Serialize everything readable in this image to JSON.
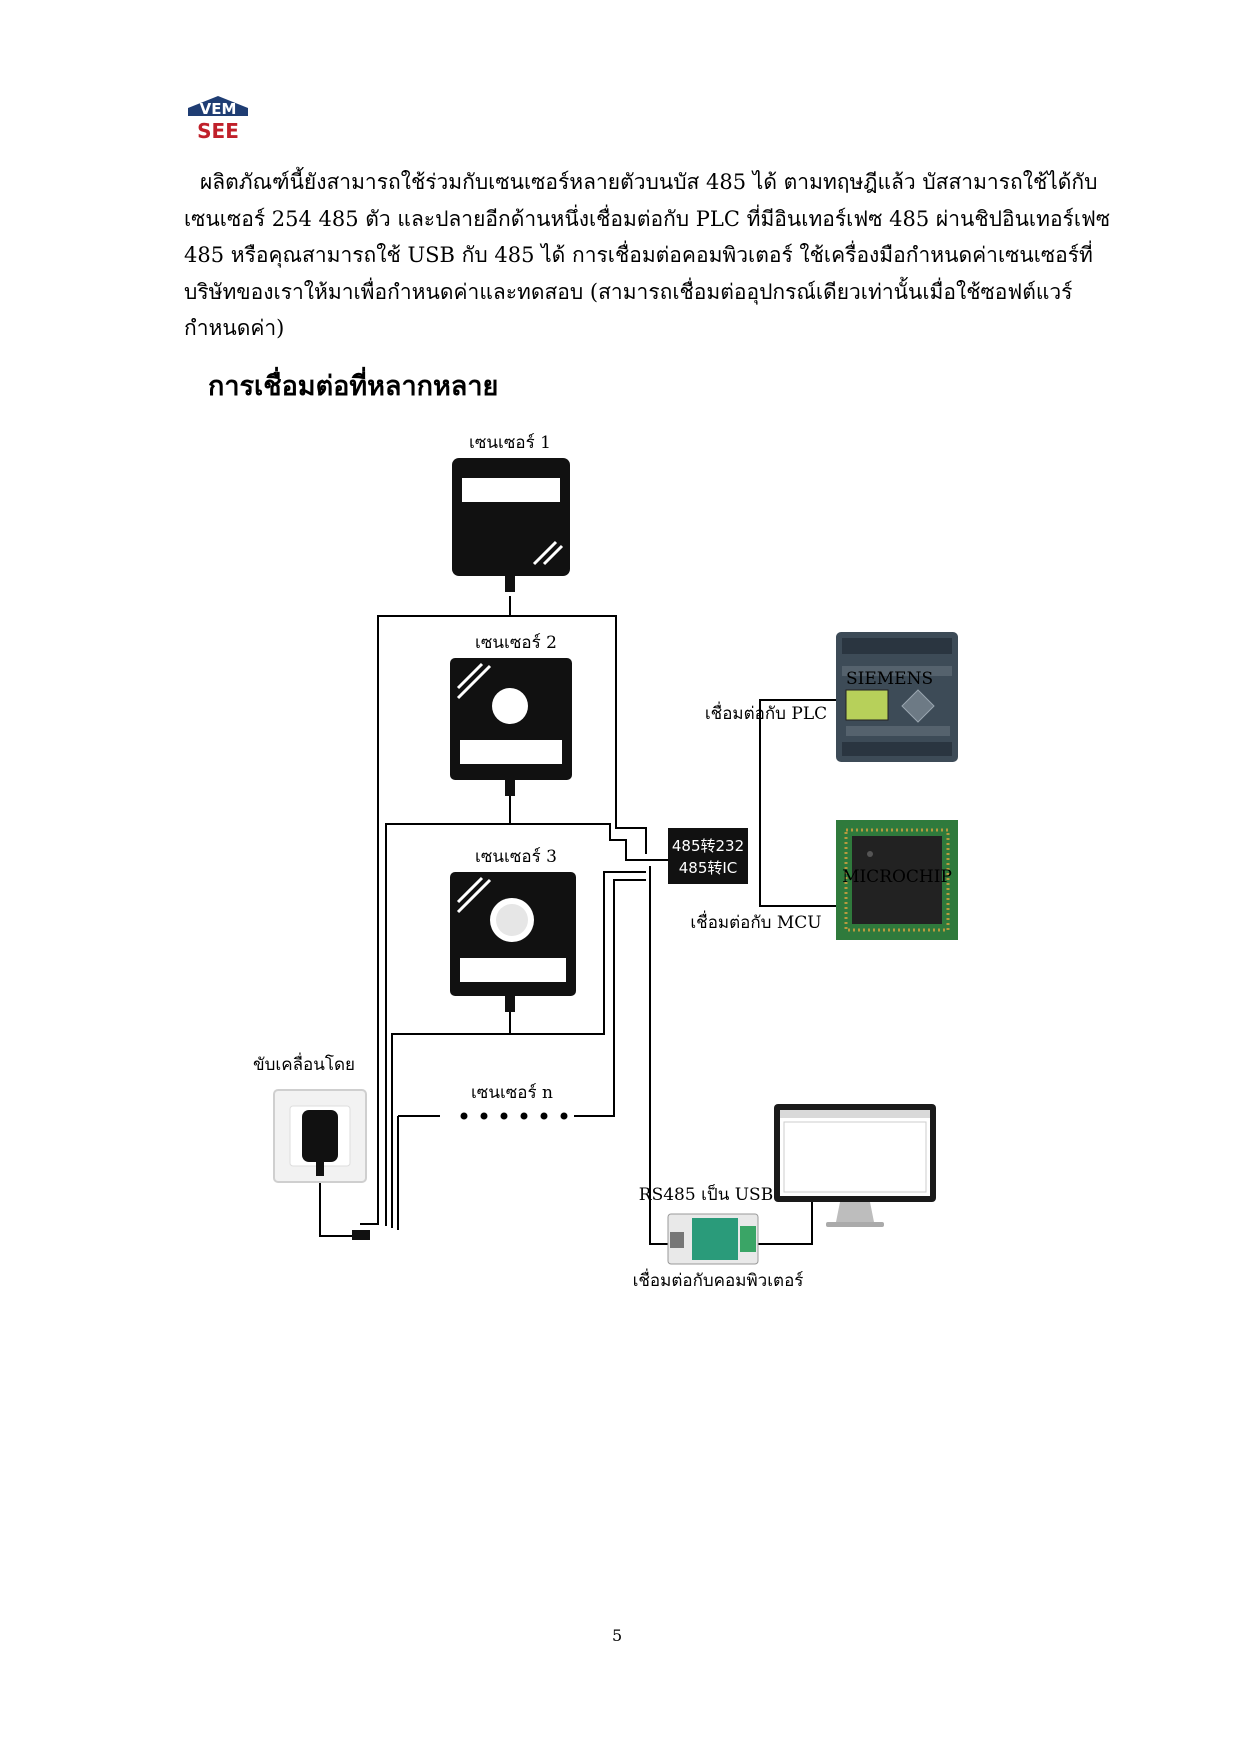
{
  "logo": {
    "text_top": "VEM",
    "text_bottom": "SEE"
  },
  "paragraph": {
    "lines": [
      "ผลิตภัณฑ์นี้ยังสามารถใช้ร่วมกับเซนเซอร์หลายตัวบนบัส 485 ได้ ตามทฤษฎีแล้ว บัสสามารถใช้ได้กับ",
      "เซนเซอร์ 254 485 ตัว และปลายอีกด้านหนึ่งเชื่อมต่อกับ PLC ที่มีอินเทอร์เฟซ 485 ผ่านชิปอินเทอร์เฟซ",
      "485 หรือคุณสามารถใช้ USB กับ 485 ได้ การเชื่อมต่อคอมพิวเตอร์ ใช้เครื่องมือกำหนดค่าเซนเซอร์ที่",
      "บริษัทของเราให้มาเพื่อกำหนดค่าและทดสอบ  (สามารถเชื่อมต่ออุปกรณ์เดียวเท่านั้นเมื่อใช้ซอฟต์แวร์",
      "กำหนดค่า)"
    ]
  },
  "heading": "การเชื่อมต่อที่หลากหลาย",
  "diagram": {
    "sensor1": "เซนเซอร์ 1",
    "sensor2": "เซนเซอร์ 2",
    "sensor3": "เซนเซอร์ 3",
    "sensorn": "เซนเซอร์ n",
    "powered_by": "ขับเคลื่อนโดย",
    "converter_line1": "485转232",
    "converter_line2": "485转IC",
    "plc_label": "เชื่อมต่อกับ PLC",
    "mcu_label": "เชื่อมต่อกับ MCU",
    "usb_label": "RS485 เป็น USB",
    "computer_label": "เชื่อมต่อกับคอมพิวเตอร์",
    "plc_brand": "SIEMENS",
    "mcu_brand": "MICROCHIP"
  },
  "page_number": "5"
}
